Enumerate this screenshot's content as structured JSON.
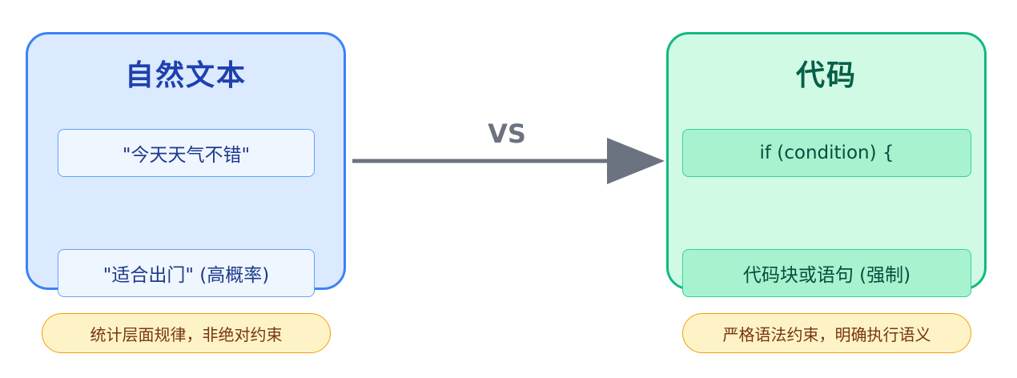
{
  "left": {
    "title": "自然文本",
    "input": "\"今天天气不错\"",
    "output": "\"适合出门\" (高概率)",
    "note": "统计层面规律，非绝对约束"
  },
  "right": {
    "title": "代码",
    "input": "if (condition) {",
    "output": "代码块或语句 (强制)",
    "note": "严格语法约束，明确执行语义"
  },
  "vs_label": "VS",
  "colors": {
    "left_accent": "#3b82f6",
    "right_accent": "#10b981",
    "center_arrow": "#6b7280",
    "note_border": "#f59e0b"
  }
}
